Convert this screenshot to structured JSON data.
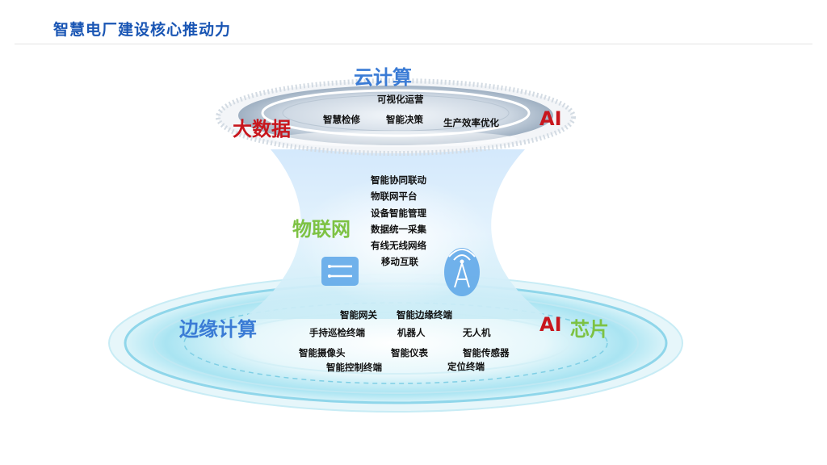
{
  "header": {
    "title": "智慧电厂建设核心推动力"
  },
  "top_layer": {
    "heading": "云计算",
    "left_label": "大数据",
    "right_label": "AI",
    "items": [
      "可视化运营",
      "智慧检修",
      "智能决策",
      "生产效率优化"
    ]
  },
  "middle_layer": {
    "heading": "物联网",
    "items": [
      "智能协同联动",
      "物联网平台",
      "设备智能管理",
      "数据统一采集",
      "有线无线网络",
      "移动互联"
    ]
  },
  "bottom_layer": {
    "left_label": "边缘计算",
    "right_label_ai": "AI",
    "right_label_chip": "芯片",
    "items": [
      "智能网关",
      "智能边缘终端",
      "手持巡检终端",
      "机器人",
      "无人机",
      "智能摄像头",
      "智能仪表",
      "智能传感器",
      "智能控制终端",
      "定位终端"
    ]
  },
  "icons": [
    "server-icon",
    "signal-tower-icon"
  ],
  "colors": {
    "title": "#1a56b4",
    "cloud_blue": "#3a7bd5",
    "red": "#c8161d",
    "green": "#7dc243"
  }
}
